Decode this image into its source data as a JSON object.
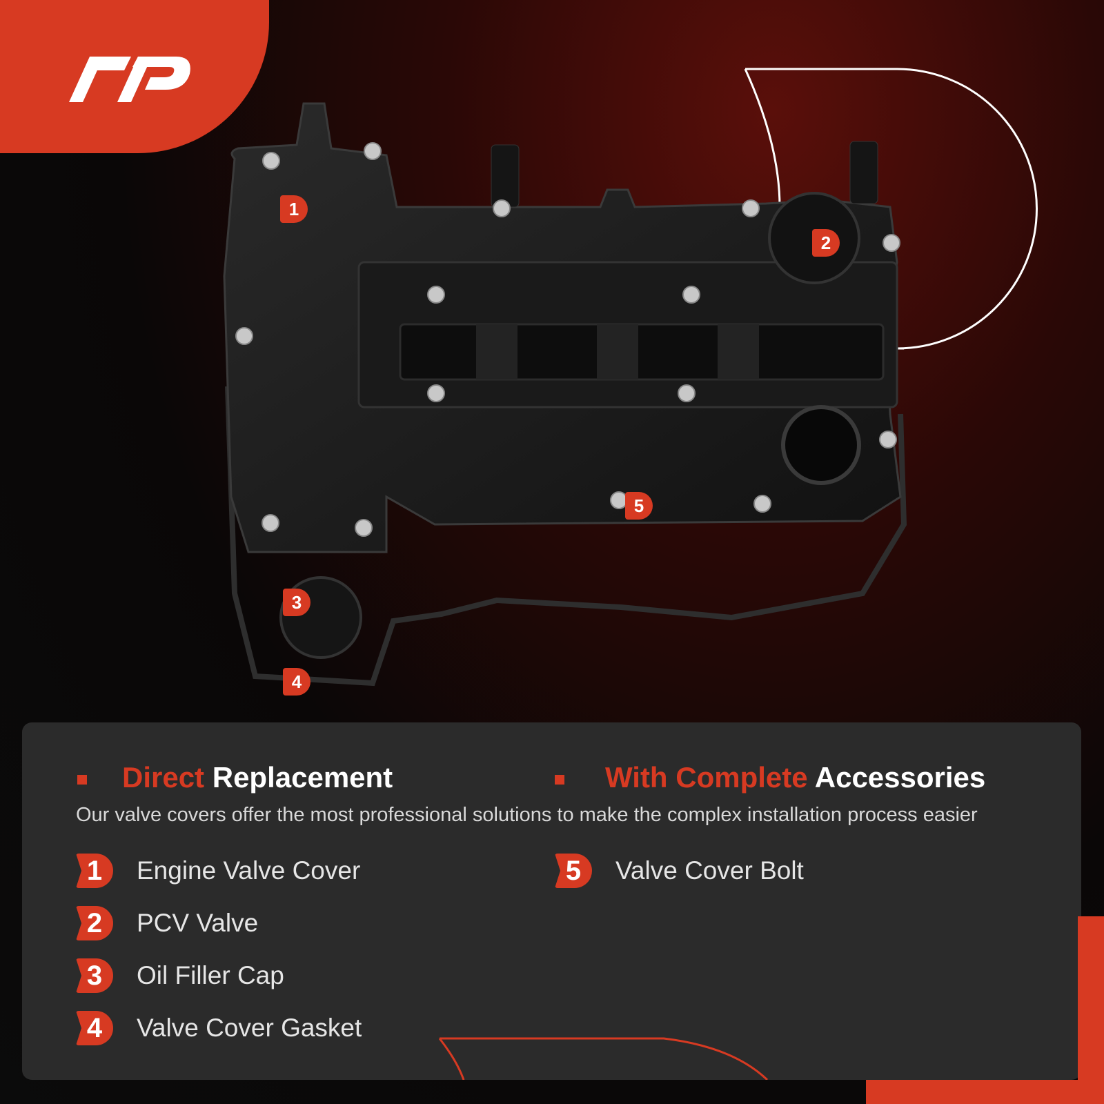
{
  "brand": {
    "logo_text": "A-P",
    "accent_color": "#d73a22"
  },
  "callouts": [
    "1",
    "2",
    "3",
    "4",
    "5"
  ],
  "headings": [
    {
      "accent": "Direct",
      "rest": "Replacement"
    },
    {
      "accent": "With Complete",
      "rest": "Accessories"
    }
  ],
  "subtitle": "Our valve covers offer the most professional solutions to make the complex  installation process easier",
  "items": [
    {
      "num": "1",
      "label": "Engine Valve Cover"
    },
    {
      "num": "2",
      "label": "PCV Valve"
    },
    {
      "num": "3",
      "label": "Oil Filler Cap"
    },
    {
      "num": "4",
      "label": "Valve Cover Gasket"
    },
    {
      "num": "5",
      "label": "Valve Cover Bolt"
    }
  ]
}
